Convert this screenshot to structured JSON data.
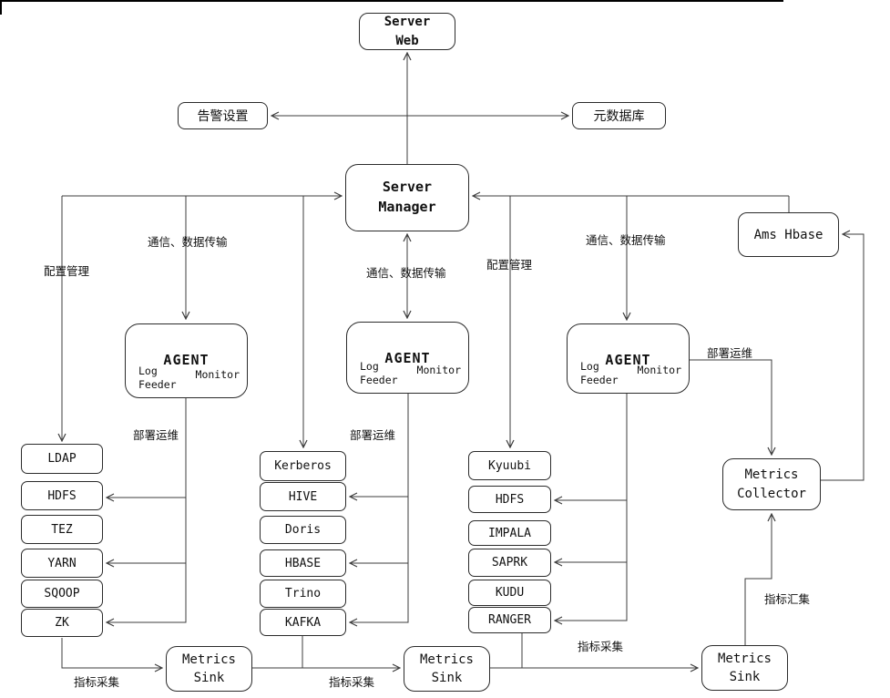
{
  "diagram": {
    "nodes": {
      "server_web": "Server\nWeb",
      "alert_settings": "告警设置",
      "metadata_db": "元数据库",
      "server_manager": "Server\nManager",
      "ams_hbase": "Ams Hbase",
      "metrics_collector": "Metrics\nCollector"
    },
    "agents": [
      {
        "title": "AGENT",
        "log_feeder": "Log\nFeeder",
        "monitor": "Monitor"
      },
      {
        "title": "AGENT",
        "log_feeder": "Log\nFeeder",
        "monitor": "Monitor"
      },
      {
        "title": "AGENT",
        "log_feeder": "Log\nFeeder",
        "monitor": "Monitor"
      }
    ],
    "left_services": [
      "LDAP",
      "HDFS",
      "TEZ",
      "YARN",
      "SQOOP",
      "ZK"
    ],
    "middle_services": [
      "Kerberos",
      "HIVE",
      "Doris",
      "HBASE",
      "Trino",
      "KAFKA"
    ],
    "right_services": [
      "Kyuubi",
      "HDFS",
      "IMPALA",
      "SAPRK",
      "KUDU",
      "RANGER"
    ],
    "metrics_sinks": [
      "Metrics\nSink",
      "Metrics\nSink",
      "Metrics\nSink"
    ],
    "edge_labels": {
      "comm_left": "通信、数据传输",
      "comm_middle": "通信、数据传输",
      "comm_right": "通信、数据传输",
      "config_left": "配置管理",
      "config_right": "配置管理",
      "deploy_left": "部署运维",
      "deploy_middle": "部署运维",
      "deploy_right": "部署运维",
      "collect_left": "指标采集",
      "collect_middle": "指标采集",
      "collect_right": "指标采集",
      "aggregate": "指标汇集"
    },
    "colors": {
      "line": "#3c3c3c",
      "box_border": "#2b2b2b",
      "background": "#ffffff"
    }
  }
}
